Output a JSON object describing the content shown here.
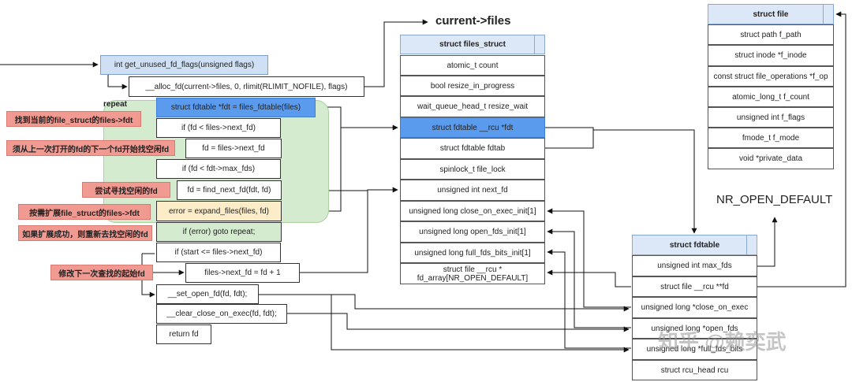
{
  "labels": {
    "current_files": "current->files",
    "nr_open_default": "NR_OPEN_DEFAULT",
    "repeat": "repeat"
  },
  "flow": {
    "get_unused_fd_flags": "int get_unused_fd_flags(unsigned flags)",
    "alloc_fd_call": "__alloc_fd(current->files, 0, rlimit(RLIMIT_NOFILE), flags)",
    "fdt_assign": "struct fdtable *fdt = files_fdtable(files)",
    "if_next_fd": "if (fd < files->next_fd)",
    "fd_assign": "fd = files->next_fd",
    "if_max_fds": "if (fd < fdt->max_fds)",
    "find_next_fd": "fd = find_next_fd(fdt, fd)",
    "expand_files": "error = expand_files(files, fd)",
    "if_error": "if (error) goto repeat;",
    "if_start": "if (start <= files->next_fd)",
    "update_next_fd": "files->next_fd = fd + 1",
    "set_open_fd": "__set_open_fd(fd, fdt);",
    "clear_close_on_exec": "__clear_close_on_exec(fd, fdt);",
    "return_fd": "return fd"
  },
  "notes": {
    "find_current": "找到当前的file_struct的files->fdt",
    "search_from_last": "须从上一次打开的fd的下一个fd开始找空闲fd",
    "try_find": "尝试寻找空闲的fd",
    "expand": "按需扩展file_struct的files->fdt",
    "retry": "如果扩展成功，则重新去找空闲的fd",
    "update_start": "修改下一次查找的起始fd"
  },
  "files_struct": {
    "title": "struct files_struct",
    "fields": [
      "atomic_t count",
      "bool resize_in_progress",
      "wait_queue_head_t resize_wait",
      "struct fdtable __rcu *fdt",
      "struct fdtable fdtab",
      "spinlock_t file_lock",
      "unsigned int next_fd",
      "unsigned long close_on_exec_init[1]",
      "unsigned long open_fds_init[1]",
      "unsigned long full_fds_bits_init[1]"
    ],
    "fd_array_line1": "struct file __rcu *",
    "fd_array_line2": "fd_array[NR_OPEN_DEFAULT]"
  },
  "file": {
    "title": "struct file",
    "fields": [
      "struct path f_path",
      "struct inode *f_inode",
      "const struct file_operations *f_op",
      "atomic_long_t f_count",
      "unsigned int f_flags",
      "fmode_t f_mode",
      "void *private_data"
    ]
  },
  "fdtable": {
    "title": "struct fdtable",
    "fields": [
      "unsigned int max_fds",
      "struct file __rcu **fd",
      "unsigned long *close_on_exec",
      "unsigned long *open_fds",
      "unsigned long *full_fds_bits",
      "struct rcu_head rcu"
    ]
  },
  "watermark": "知乎 @赖奕武"
}
